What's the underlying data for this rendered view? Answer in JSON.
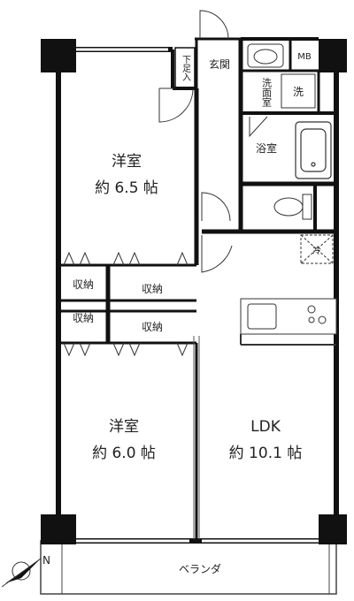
{
  "rooms": {
    "western_1": {
      "name": "洋室",
      "size": "約 6.5 帖"
    },
    "western_2": {
      "name": "洋室",
      "size": "約 6.0 帖"
    },
    "ldk": {
      "name": "LDK",
      "size": "約 10.1 帖"
    },
    "storage_1": "収納",
    "storage_2": "収納",
    "storage_3": "収納",
    "storage_4": "収納",
    "entrance": "玄関",
    "shoe_box": "下足入",
    "washroom": "洗面室",
    "washer": "洗",
    "bathroom": "浴室",
    "meter_box": "MB",
    "fridge": "冷",
    "balcony": "ベランダ"
  },
  "compass": {
    "letter": "N"
  }
}
